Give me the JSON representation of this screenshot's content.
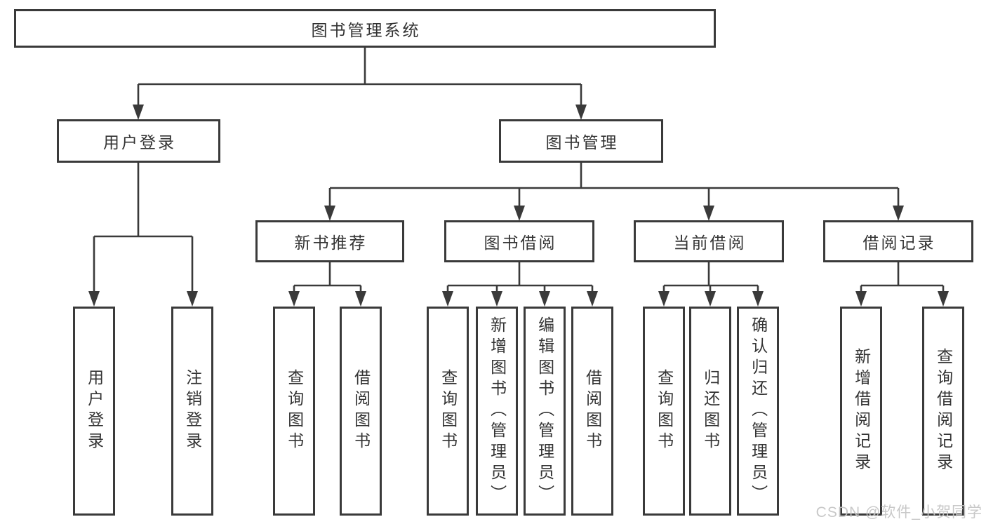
{
  "colors": {
    "line": "#3a3a3a",
    "text": "#333333",
    "background": "#ffffff",
    "watermark": "#c4c4c4"
  },
  "tree": {
    "root": {
      "label": "图书管理系统",
      "children": [
        {
          "label": "用户登录",
          "children": [
            {
              "label": "用户登录"
            },
            {
              "label": "注销登录"
            }
          ]
        },
        {
          "label": "图书管理",
          "children": [
            {
              "label": "新书推荐",
              "children": [
                {
                  "label": "查询图书"
                },
                {
                  "label": "借阅图书"
                }
              ]
            },
            {
              "label": "图书借阅",
              "children": [
                {
                  "label": "查询图书"
                },
                {
                  "label": "新增图书（管理员）"
                },
                {
                  "label": "编辑图书（管理员）"
                },
                {
                  "label": "借阅图书"
                }
              ]
            },
            {
              "label": "当前借阅",
              "children": [
                {
                  "label": "查询图书"
                },
                {
                  "label": "归还图书"
                },
                {
                  "label": "确认归还（管理员）"
                }
              ]
            },
            {
              "label": "借阅记录",
              "children": [
                {
                  "label": "新增借阅记录"
                },
                {
                  "label": "查询借阅记录"
                }
              ]
            }
          ]
        }
      ]
    }
  },
  "watermark": {
    "text": "CSDN @软件_小贺同学"
  }
}
